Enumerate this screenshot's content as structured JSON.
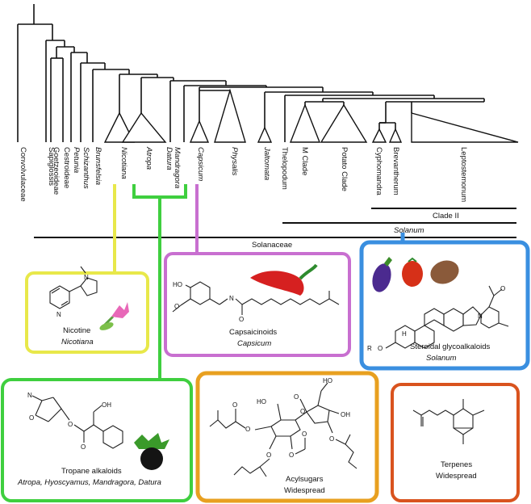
{
  "tree": {
    "taxa": [
      {
        "name": "Convolvulaceae",
        "italic": false
      },
      {
        "name": "Sapiglossis",
        "italic": false
      },
      {
        "name": "Goetzeoideae",
        "italic": false
      },
      {
        "name": "Cestroideae",
        "italic": false
      },
      {
        "name": "Petunia",
        "italic": true
      },
      {
        "name": "Schizanthus",
        "italic": true
      },
      {
        "name": "Brunsfelsia",
        "italic": true
      },
      {
        "name": "Nicotiana",
        "italic": true
      },
      {
        "name": "Atropa",
        "italic": true
      },
      {
        "name": "Datura",
        "italic": true
      },
      {
        "name": "Mandragora",
        "italic": true
      },
      {
        "name": "Capsicum",
        "italic": true
      },
      {
        "name": "Physalis",
        "italic": true
      },
      {
        "name": "Jaltomata",
        "italic": true
      },
      {
        "name": "Thelopodum",
        "italic": false
      },
      {
        "name": "M Clade",
        "italic": false
      },
      {
        "name": "Potato Clade",
        "italic": false
      },
      {
        "name": "Cyphomandra",
        "italic": false
      },
      {
        "name": "Brevantherum",
        "italic": false
      },
      {
        "name": "Leptostemonum",
        "italic": false
      }
    ],
    "brackets": {
      "clade2": "Clade II",
      "solanum": "Solanum",
      "solanaceae": "Solanaceae"
    }
  },
  "boxes": {
    "nicotine": {
      "title": "Nicotine",
      "genus": "Nicotiana",
      "color": "#e8e84a"
    },
    "capsaicinoids": {
      "title": "Capsaicinoids",
      "genus": "Capsicum",
      "color": "#c86fd0"
    },
    "glycoalkaloids": {
      "title": "Steroidal glycoalkaloids",
      "genus": "Solanum",
      "color": "#3a8fe0"
    },
    "tropane": {
      "title": "Tropane alkaloids",
      "genus": "Atropa, Hyoscyamus, Mandragora, Datura",
      "color": "#3fcf3f"
    },
    "acylsugars": {
      "title": "Acylsugars",
      "genus": "Widespread",
      "color": "#e8a020"
    },
    "terpenes": {
      "title": "Terpenes",
      "genus": "Widespread",
      "color": "#d9531e"
    }
  },
  "atoms": {
    "N": "N",
    "HO": "HO",
    "O": "O",
    "OH": "OH",
    "H": "H",
    "R": "R"
  },
  "icons": [
    "tobacco-flower-icon",
    "chili-pepper-icon",
    "eggplant-icon",
    "tomato-icon",
    "potato-icon",
    "belladonna-berry-icon"
  ]
}
